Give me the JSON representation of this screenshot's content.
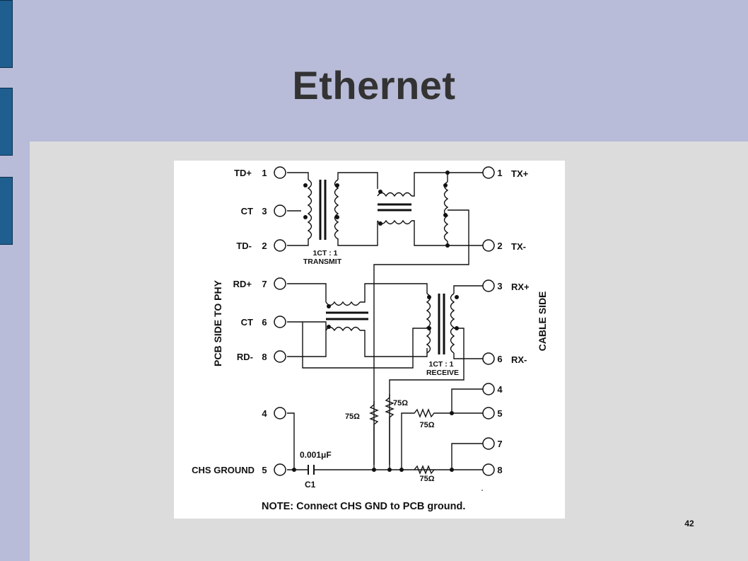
{
  "slide": {
    "title": "Ethernet",
    "page_number": "42",
    "colors": {
      "header": "#b8bcd8",
      "content": "#dcdcdc",
      "tab": "#1f5f8f"
    }
  },
  "diagram": {
    "left_pins": [
      {
        "name": "TD+",
        "pin": "1"
      },
      {
        "name": "CT",
        "pin": "3"
      },
      {
        "name": "TD-",
        "pin": "2"
      },
      {
        "name": "RD+",
        "pin": "7"
      },
      {
        "name": "CT",
        "pin": "6"
      },
      {
        "name": "RD-",
        "pin": "8"
      },
      {
        "name": "",
        "pin": "4"
      },
      {
        "name": "CHS GROUND",
        "pin": "5"
      }
    ],
    "right_pins": [
      {
        "name": "TX+",
        "pin": "1"
      },
      {
        "name": "TX-",
        "pin": "2"
      },
      {
        "name": "RX+",
        "pin": "3"
      },
      {
        "name": "RX-",
        "pin": "6"
      },
      {
        "name": "",
        "pin": "4"
      },
      {
        "name": "",
        "pin": "5"
      },
      {
        "name": "",
        "pin": "7"
      },
      {
        "name": "",
        "pin": "8"
      }
    ],
    "transmit_label": [
      "1CT : 1",
      "TRANSMIT"
    ],
    "receive_label": [
      "1CT : 1",
      "RECEIVE"
    ],
    "left_side_label": "PCB SIDE TO PHY",
    "right_side_label": "CABLE SIDE",
    "resistor_labels": [
      "75Ω",
      "75Ω",
      "75Ω",
      "75Ω"
    ],
    "capacitor_value": "0.001μF",
    "capacitor_name": "C1",
    "note": "NOTE:  Connect CHS GND to PCB ground."
  }
}
